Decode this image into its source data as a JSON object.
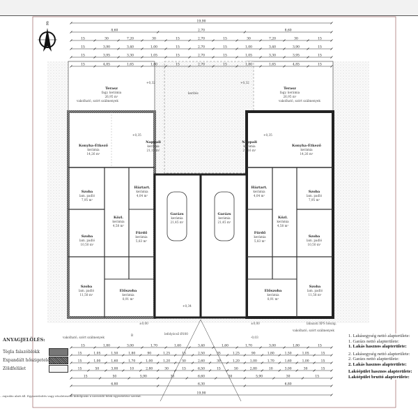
{
  "north_label": "É",
  "dims_top": [
    [
      "19,90"
    ],
    [
      "8,60",
      "2,70",
      "8,60"
    ],
    [
      "15",
      "30",
      "7,20",
      "30",
      "15",
      "2,70",
      "15",
      "30",
      "7,20",
      "30",
      "15"
    ],
    [
      "15",
      "3,90",
      "3,40",
      "1,00",
      "15",
      "2,70",
      "15",
      "1,00",
      "3,40",
      "3,90",
      "15"
    ],
    [
      "15",
      "3,95",
      "3,30",
      "1,05",
      "15",
      "2,70",
      "15",
      "1,05",
      "3,30",
      "3,95",
      "15"
    ],
    [
      "15",
      "4,85",
      "1,65",
      "1,80",
      "15",
      "2,70",
      "15",
      "1,80",
      "1,65",
      "4,85",
      "15"
    ]
  ],
  "dims_bottom": [
    [
      "15",
      "1,80",
      "3,00",
      "1,70",
      "1,60",
      "3,40",
      "1,60",
      "1,70",
      "3,00",
      "1,80",
      "15"
    ],
    [
      "15",
      "1,05",
      "1,50",
      "1,80",
      "90",
      "1,25",
      "15",
      "2,50",
      "35",
      "1,25",
      "90",
      "1,80",
      "1,50",
      "1,05",
      "15"
    ],
    [
      "15",
      "1,00",
      "1,60",
      "1,70",
      "1,00",
      "1,20",
      "50",
      "2,60",
      "30",
      "1,20",
      "1,00",
      "1,70",
      "1,60",
      "1,00",
      "15"
    ],
    [
      "15",
      "50",
      "3,00",
      "10",
      "2,80",
      "30",
      "15",
      "6,50",
      "15",
      "50",
      "2,80",
      "10",
      "3,00",
      "30",
      "15"
    ],
    [
      "15",
      "50",
      "5,90",
      "30",
      "6,60",
      "30",
      "5,90",
      "30",
      "15"
    ],
    [
      "6,80",
      "6,30",
      "6,80"
    ],
    [
      "19,90"
    ]
  ],
  "unit_left": {
    "rooms": [
      {
        "name": "Terasz",
        "finish": "fagy. kerámia",
        "area": "26,95 m²"
      },
      {
        "name": "Konyha-Étkező",
        "finish": "kerámia",
        "area": "14,26 m²"
      },
      {
        "name": "Nappali",
        "finish": "kerámia",
        "area": "21,16 m²"
      },
      {
        "name": "Szoba",
        "finish": "lam. padló",
        "area": "7,95 m²"
      },
      {
        "name": "Háztart.",
        "finish": "kerámia",
        "area": "4,04 m²"
      },
      {
        "name": "Közl.",
        "finish": "kerámia",
        "area": "4,58 m²"
      },
      {
        "name": "Fürdő",
        "finish": "kerámia",
        "area": "5,83 m²"
      },
      {
        "name": "Szoba",
        "finish": "lam. padló",
        "area": "10,50 m²"
      },
      {
        "name": "Szoba",
        "finish": "lam. padló",
        "area": "11,58 m²"
      },
      {
        "name": "Előszoba",
        "finish": "kerámia",
        "area": "8,91 m²"
      },
      {
        "name": "Garázs",
        "finish": "kerámia",
        "area": "21,45 m²"
      }
    ]
  },
  "unit_right": {
    "rooms": [
      {
        "name": "Terasz",
        "finish": "fagy. kerámia",
        "area": "26,95 m²"
      },
      {
        "name": "Konyha-Étkező",
        "finish": "kerámia",
        "area": "14,26 m²"
      },
      {
        "name": "Nappali",
        "finish": "kerámia",
        "area": "21,16 m²"
      },
      {
        "name": "Szoba",
        "finish": "lam. padló",
        "area": "7,95 m²"
      },
      {
        "name": "Háztart.",
        "finish": "kerámia",
        "area": "4,04 m²"
      },
      {
        "name": "Közl.",
        "finish": "kerámia",
        "area": "4,58 m²"
      },
      {
        "name": "Fürdő",
        "finish": "kerámia",
        "area": "5,83 m²"
      },
      {
        "name": "Szoba",
        "finish": "lam. padló",
        "area": "10,50 m²"
      },
      {
        "name": "Szoba",
        "finish": "lam. padló",
        "area": "11,58 m²"
      },
      {
        "name": "Előszoba",
        "finish": "kerámia",
        "area": "8,91 m²"
      },
      {
        "name": "Garázs",
        "finish": "kerámia",
        "area": "21,45 m²"
      }
    ]
  },
  "levels": {
    "terrace": "+0,32",
    "floor": "+0,35",
    "entry": "+0,34",
    "ground": "±0,00",
    "outside": "-0,03"
  },
  "annotations": {
    "gutter": "vakolható, szórt szálmenyek",
    "fence": "kerítés",
    "drain": "lefolyócső Ø100",
    "insulation": "lábazati XPS hőszig.",
    "section": "B"
  },
  "legend": {
    "title": "ANYAGJELÖLÉS:",
    "items": [
      {
        "label": "Tégla falazóblokk",
        "color": "#777777"
      },
      {
        "label": "Expandált hőszigetelés",
        "color": "#444444"
      },
      {
        "label": "Zöldfelület",
        "color": "#f4f4f4"
      }
    ]
  },
  "areas": [
    "1. Lakásegység nettó alapterülete:",
    "1. Garázs nettó alapterülete:",
    "1. Lakás hasznos alapterülete:",
    "2. Lakásegység nettó alapterülete:",
    "2. Garázs nettó alapterülete:",
    "2. Lakás hasznos alapterülete:",
    "Lakóépület hasznos alapterülete:",
    "Lakóépület bruttó alapterülete:"
  ],
  "footnote": "...rajzolás alatt áll. Egyszerűsítés vagy részletesebb kidolgozás a szerződő felek egyeztetése szerint."
}
